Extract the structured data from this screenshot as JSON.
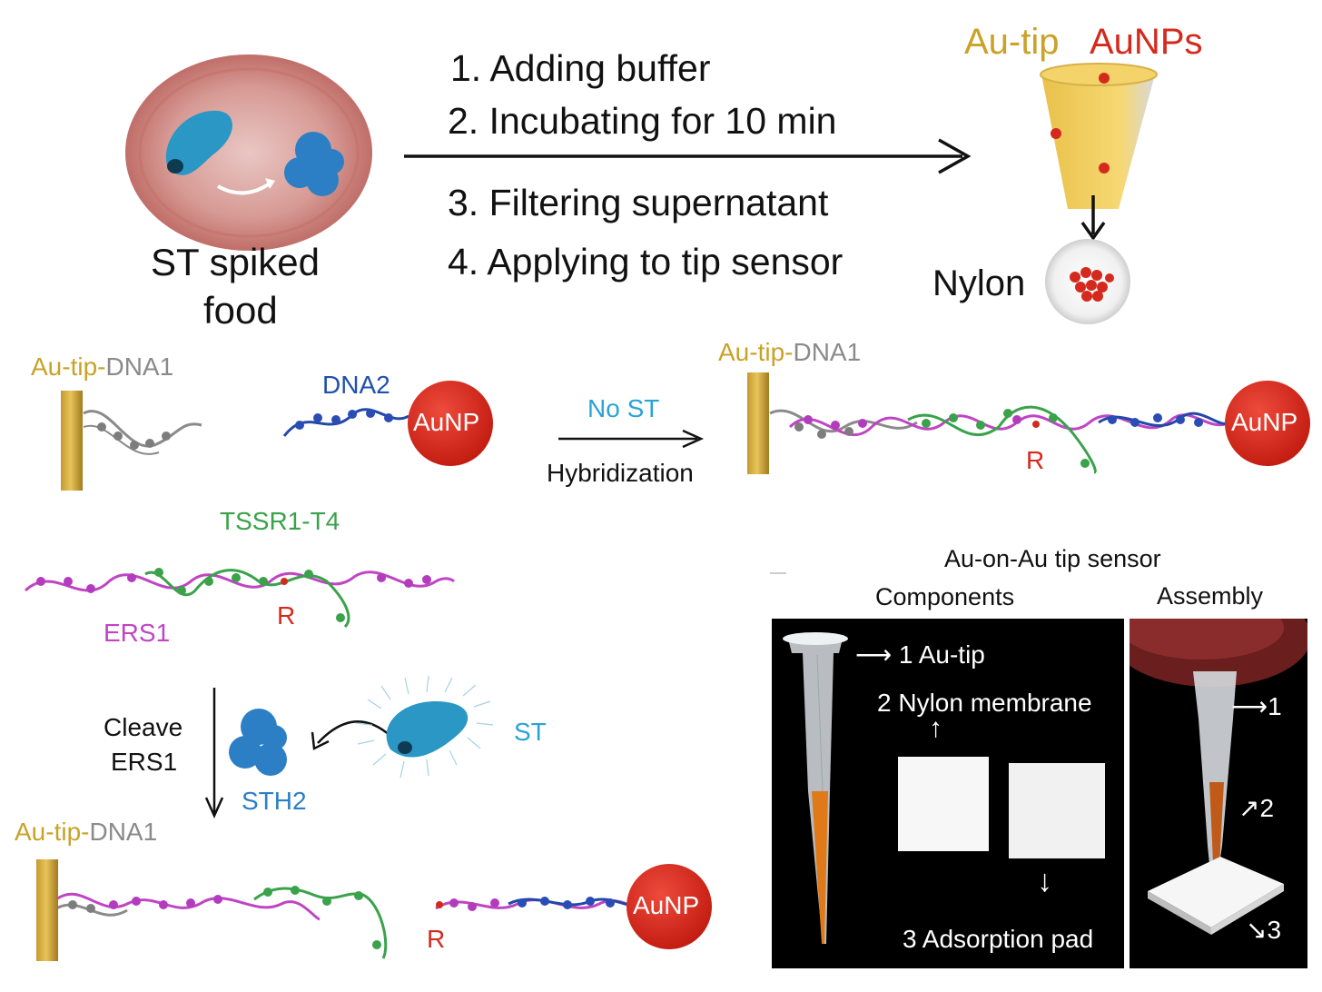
{
  "top": {
    "food_label_line1": "ST spiked",
    "food_label_line2": "food",
    "steps": [
      "1. Adding buffer",
      "2. Incubating for 10 min",
      "3. Filtering supernatant",
      "4. Applying to tip sensor"
    ],
    "tip_label": "Au-tip",
    "aunps_label": "AuNPs",
    "nylon_label": "Nylon"
  },
  "middle": {
    "au_tip": "Au-tip",
    "dash": "-",
    "dna1": "DNA1",
    "dna2": "DNA2",
    "aunp": "AuNP",
    "no_st": "No ST",
    "hybridization": "Hybridization",
    "r": "R"
  },
  "lower": {
    "tssr": "TSSR1-T4",
    "ers1": "ERS1",
    "r": "R",
    "cleave_line1": "Cleave",
    "cleave_line2": "ERS1",
    "st": "ST",
    "sth2": "STH2"
  },
  "sensor": {
    "title": "Au-on-Au tip sensor",
    "components": "Components",
    "assembly": "Assembly",
    "label1": "1 Au-tip",
    "label2": "2 Nylon membrane",
    "label3": "3 Adsorption pad",
    "num1": "1",
    "num2": "2",
    "num3": "3"
  },
  "colors": {
    "gold": "#c9a227",
    "aunp_red": "#d42a1e",
    "dna1_grey": "#8a8a8a",
    "dna2_blue": "#1f4fb0",
    "ers1_magenta": "#c044c4",
    "tssr_green": "#3aa24a",
    "st_cyan": "#2aa3d6"
  },
  "icons": [
    "food-plate-icon",
    "bacterium-icon",
    "enzyme-icon",
    "arrow-right-icon",
    "tip-icon",
    "nylon-membrane-icon",
    "gold-rod-icon",
    "aunp-sphere-icon",
    "dna-helix-icon"
  ]
}
